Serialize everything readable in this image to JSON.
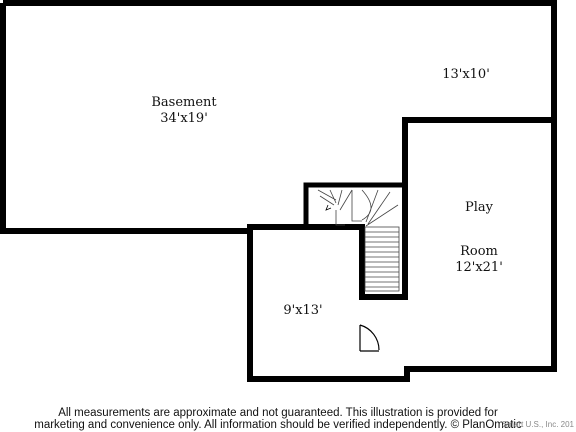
{
  "rooms": {
    "basement": {
      "name": "Basement",
      "dims": "34'x19'"
    },
    "storage": {
      "dims": "13'x10'"
    },
    "play_room": {
      "name_line1": "Play",
      "name_line2": "Room",
      "dims": "12'x21'"
    },
    "lower_hall": {
      "dims": "9'x13'"
    }
  },
  "footer": {
    "line1": "All measurements are approximate and not guaranteed. This illustration is provided for",
    "line2": "marketing and convenience only. All information should be verified independently. © PlanOmatic",
    "copyright": "Smart U.S., Inc. 201"
  },
  "colors": {
    "wall": "#000000",
    "background": "#ffffff"
  }
}
